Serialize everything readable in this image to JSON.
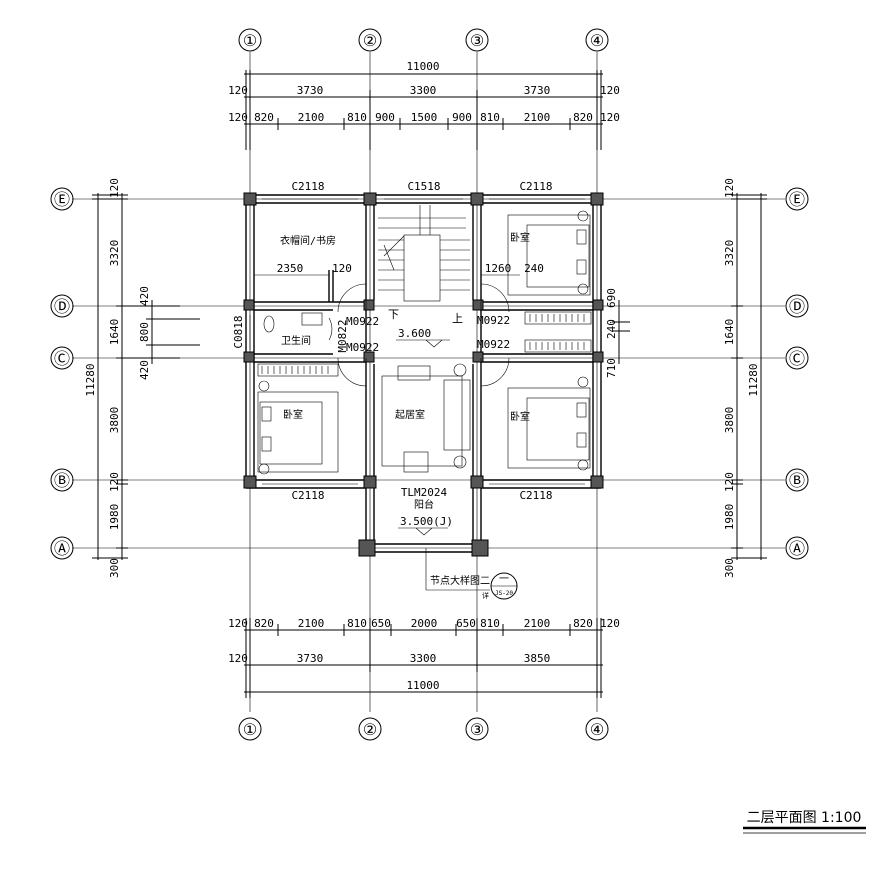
{
  "axes_x": [
    "①",
    "②",
    "③",
    "④"
  ],
  "axes_y": [
    "Ⓔ",
    "Ⓓ",
    "Ⓒ",
    "Ⓑ",
    "Ⓐ"
  ],
  "dims_top": {
    "total": "11000",
    "row2": [
      "120",
      "3730",
      "3300",
      "3730",
      "120"
    ],
    "row3": [
      "120",
      "820",
      "2100",
      "810",
      "900",
      "1500",
      "900",
      "810",
      "2100",
      "820",
      "120"
    ]
  },
  "dims_bottom": {
    "total": "11000",
    "row2": [
      "120",
      "3730",
      "3300",
      "3850"
    ],
    "row1": [
      "120",
      "820",
      "2100",
      "810",
      "650",
      "2000",
      "650",
      "810",
      "2100",
      "820",
      "120"
    ]
  },
  "dims_left": {
    "total": "11280",
    "parts": [
      "120",
      "3320",
      "1640",
      "3800",
      "120",
      "1980",
      "300"
    ],
    "inner": [
      "420",
      "800",
      "420"
    ]
  },
  "dims_right": {
    "total": "11280",
    "parts": [
      "120",
      "3320",
      "1640",
      "3800",
      "120",
      "1980",
      "300"
    ],
    "inner": [
      "690",
      "240",
      "710"
    ]
  },
  "windows": [
    "C2118",
    "C1518",
    "C2118",
    "C2118",
    "C2118",
    "C0818"
  ],
  "doors": [
    "M0922",
    "M0822",
    "M0922",
    "M0922",
    "M0922",
    "TLM2024"
  ],
  "rooms": {
    "study": "衣帽间/书房",
    "bath": "卫生间",
    "bed_nw": "卧室",
    "bed_sw": "卧室",
    "bed_se": "卧室",
    "living": "起居室",
    "balcony": "阳台"
  },
  "internal_dims": [
    "2350",
    "120",
    "1260",
    "240"
  ],
  "levels": [
    "3.600",
    "3.500(J)"
  ],
  "stair_marks": [
    "下",
    "上"
  ],
  "detail": {
    "label": "节点大样图二",
    "num": "一",
    "ref": "JS-20",
    "sub": "详"
  },
  "title": "二层平面图 1:100"
}
